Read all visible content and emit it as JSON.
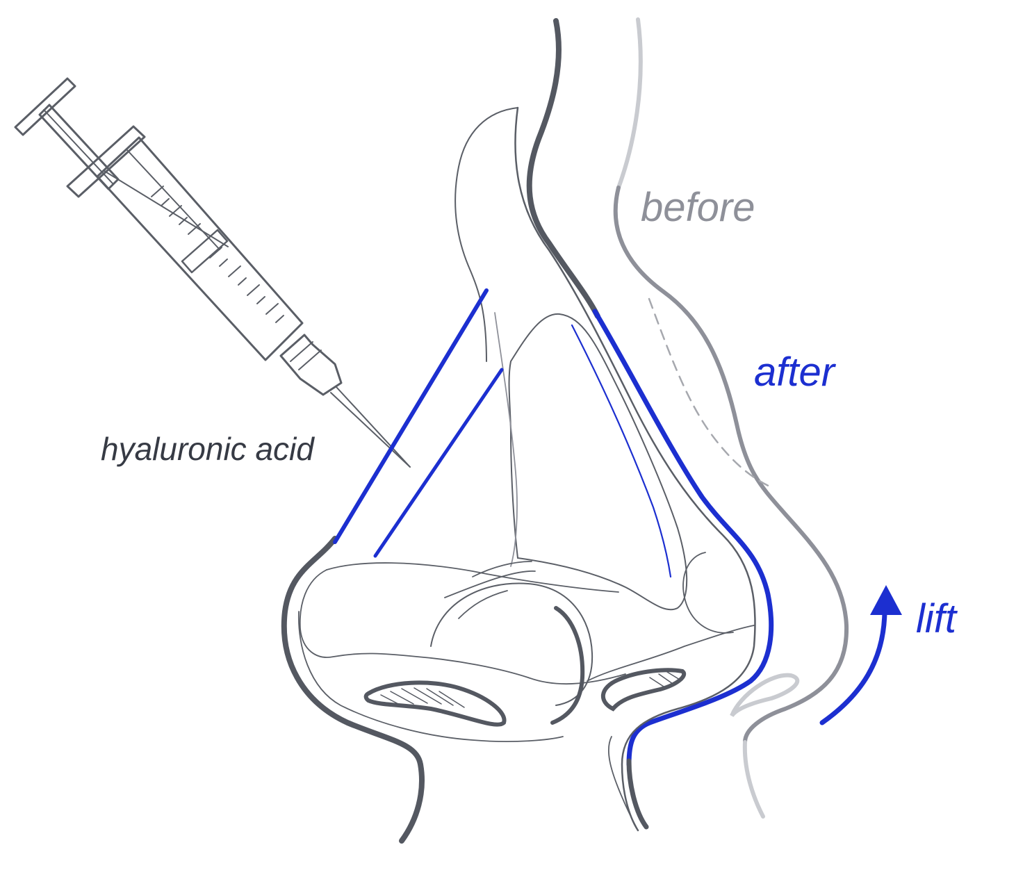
{
  "labels": {
    "hyaluronic_acid": "hyaluronic acid",
    "before": "before",
    "after": "after",
    "lift": "lift"
  },
  "colors": {
    "outline_dark": "#545861",
    "line_thin": "#5a5e66",
    "before_gray": "#8e9099",
    "before_light": "#c9cbd0",
    "accent_blue": "#1c2fd0",
    "label_dark": "#363a44",
    "label_before": "#8e9099",
    "label_after": "#1c2fd0"
  },
  "icons": [
    "syringe-icon",
    "lift-arrow-icon"
  ]
}
